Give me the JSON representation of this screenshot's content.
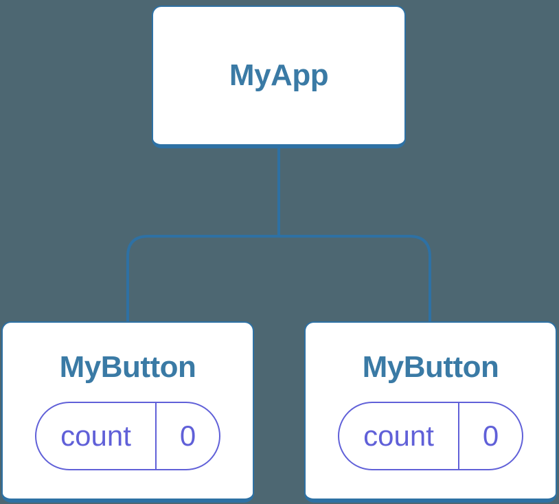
{
  "diagram": {
    "title": "react-component-tree",
    "root": {
      "label": "MyApp"
    },
    "children": [
      {
        "label": "MyButton",
        "state": {
          "key": "count",
          "value": "0"
        }
      },
      {
        "label": "MyButton",
        "state": {
          "key": "count",
          "value": "0"
        }
      }
    ]
  },
  "colors": {
    "background": "#4d6772",
    "card_background": "#ffffff",
    "node_border": "#2e71a4",
    "node_label_text": "#3a7aa5",
    "connector_line": "#2e71a4",
    "state_accent": "#6060d8"
  }
}
